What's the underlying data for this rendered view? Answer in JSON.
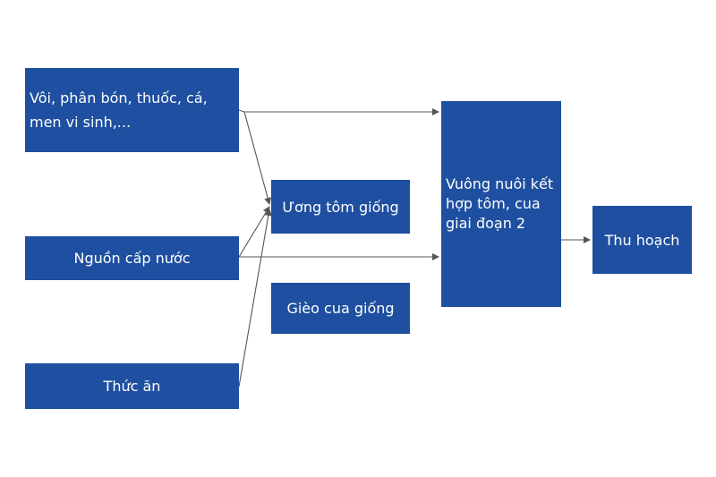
{
  "diagram": {
    "nodes": {
      "inputs": "Vôi, phân bón, thuốc, cá, men vi sinh,...",
      "water_source": "Nguồn cấp nước",
      "feed": "Thức ăn",
      "shrimp_nursery": "Ương tôm giống",
      "crab_seed": "Gièo cua giống",
      "pond": "Vuông nuôi kết hợp tôm, cua giai đoạn 2",
      "harvest": "Thu hoạch"
    },
    "edges": [
      {
        "from": "inputs",
        "to": "pond"
      },
      {
        "from": "inputs",
        "to": "shrimp_nursery"
      },
      {
        "from": "water_source",
        "to": "shrimp_nursery"
      },
      {
        "from": "water_source",
        "to": "pond"
      },
      {
        "from": "feed",
        "to": "shrimp_nursery"
      },
      {
        "from": "pond",
        "to": "harvest"
      }
    ],
    "colors": {
      "box_fill": "#1f4fa0",
      "box_text": "#ffffff",
      "arrow": "#555555"
    }
  }
}
